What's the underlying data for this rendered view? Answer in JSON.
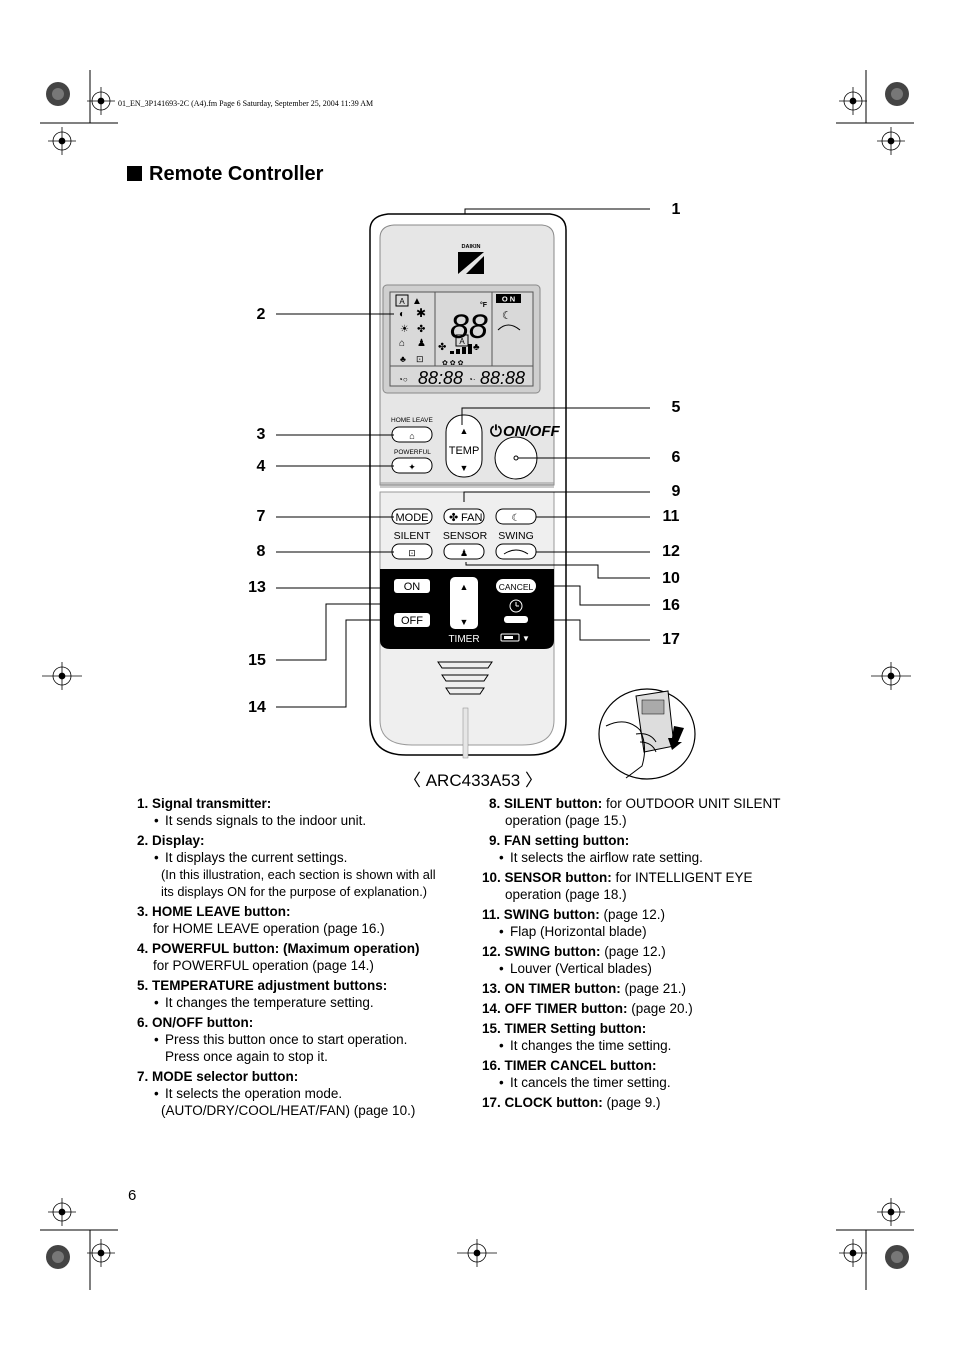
{
  "header": {
    "file_slug": "01_EN_3P141693-2C (A4).fm  Page 6  Saturday, September 25, 2004  11:39 AM"
  },
  "section": {
    "title": "Remote Controller"
  },
  "remote": {
    "brand": "DAIKIN",
    "display": {
      "on_label": "O N",
      "temp_unit": "°F",
      "big_digits": "88",
      "time_left": "88:88",
      "time_right": "88:88",
      "mode_auto": "A",
      "fan_auto": "A"
    },
    "buttons": {
      "home_leave": "HOME LEAVE",
      "powerful": "POWERFUL",
      "temp": "TEMP",
      "on_off": "ON/OFF",
      "mode": "MODE",
      "fan": "FAN",
      "silent": "SILENT",
      "sensor": "SENSOR",
      "swing": "SWING",
      "timer_on": "ON",
      "timer_off": "OFF",
      "cancel": "CANCEL",
      "timer": "TIMER"
    },
    "model": "〈 ARC433A53 〉"
  },
  "callouts": [
    "1",
    "2",
    "3",
    "4",
    "5",
    "6",
    "7",
    "8",
    "9",
    "10",
    "11",
    "12",
    "13",
    "14",
    "15",
    "16",
    "17"
  ],
  "items_left": [
    {
      "id": "i1",
      "title": "1. Signal transmitter:",
      "rest": "",
      "bullets": [
        "It sends signals to the indoor unit."
      ],
      "extra": []
    },
    {
      "id": "i2",
      "title": "2. Display:",
      "rest": "",
      "bullets": [
        "It displays the current settings."
      ],
      "extra": [
        "(In this illustration, each section is shown with all",
        "its displays ON for the purpose of explanation.)"
      ]
    },
    {
      "id": "i3",
      "title": "3. HOME LEAVE button:",
      "rest": "",
      "sub": "for HOME LEAVE operation (page 16.)"
    },
    {
      "id": "i4",
      "title": "4. POWERFUL button: (Maximum operation)",
      "rest": "",
      "sub": "for POWERFUL operation (page 14.)"
    },
    {
      "id": "i5",
      "title": "5. TEMPERATURE adjustment buttons:",
      "rest": "",
      "bullets": [
        "It changes the temperature setting."
      ]
    },
    {
      "id": "i6",
      "title": "6. ON/OFF button:",
      "rest": "",
      "bullets": [
        "Press this button once to start operation."
      ],
      "extra": [
        "Press once again to stop it."
      ]
    },
    {
      "id": "i7",
      "title": "7. MODE selector button:",
      "rest": "",
      "bullets": [
        "It selects the operation mode."
      ],
      "extra": [
        "(AUTO/DRY/COOL/HEAT/FAN) (page 10.)"
      ]
    }
  ],
  "items_right": [
    {
      "title": "8. SILENT button:",
      "rest": " for OUTDOOR UNIT SILENT",
      "cont": "operation (page 15.)"
    },
    {
      "title": "9. FAN setting button:",
      "rest": "",
      "bullet": "It selects the airflow rate setting."
    },
    {
      "title": "10. SENSOR button:",
      "rest": " for INTELLIGENT EYE",
      "cont": "operation (page 18.)"
    },
    {
      "title": "11. SWING button:",
      "rest": " (page 12.)",
      "bullet": "Flap (Horizontal blade)"
    },
    {
      "title": "12. SWING button:",
      "rest": " (page 12.)",
      "bullet": "Louver (Vertical blades)"
    },
    {
      "title": "13. ON TIMER button:",
      "rest": " (page 21.)"
    },
    {
      "title": "14. OFF TIMER button:",
      "rest": " (page 20.)"
    },
    {
      "title": "15. TIMER Setting button:",
      "rest": "",
      "bullet": "It changes the time setting."
    },
    {
      "title": "16. TIMER CANCEL button:",
      "rest": "",
      "bullet": "It cancels the timer setting."
    },
    {
      "title": "17. CLOCK button:",
      "rest": " (page 9.)"
    }
  ],
  "footer": {
    "page_number": "6"
  }
}
